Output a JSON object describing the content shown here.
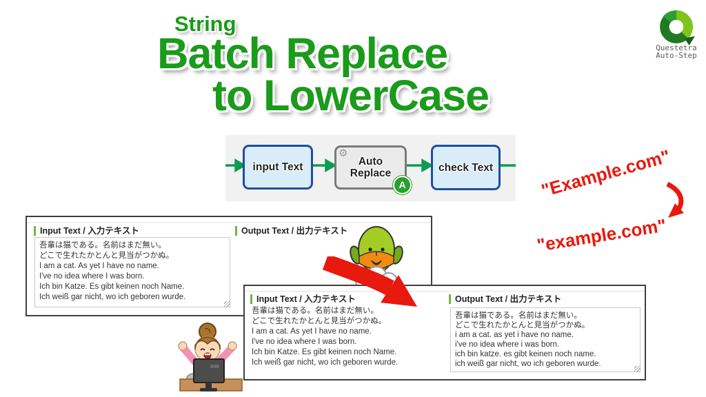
{
  "title": {
    "kicker": "String",
    "line1": "Batch Replace",
    "line2": "to LowerCase"
  },
  "logo": {
    "line1": "Questetra",
    "line2": "Auto-Step"
  },
  "workflow": {
    "step1_label": "input Text",
    "step2_label_line1": "Auto",
    "step2_label_line2": "Replace",
    "step2_badge": "A",
    "step3_label": "check Text"
  },
  "example": {
    "before": "\"Example.com\"",
    "after": "\"example.com\""
  },
  "panel_before": {
    "input_label": "Input Text / 入力テキスト",
    "output_label": "Output Text / 出力テキスト",
    "input_text": "吾輩は猫である。名前はまだ無い。\nどこで生れたかとんと見当がつかぬ。\nI am a cat. As yet I have no name.\nI've no idea where I was born.\nIch bin Katze. Es gibt keinen noch Name.\nIch weiß gar nicht, wo ich geboren wurde."
  },
  "panel_after": {
    "input_label": "Input Text / 入力テキスト",
    "output_label": "Output Text / 出力テキスト",
    "input_text": "吾輩は猫である。名前はまだ無い。\nどこで生れたかとんと見当がつかぬ。\nI am a cat. As yet I have no name.\nI've no idea where I was born.\nIch bin Katze. Es gibt keinen noch Name.\nIch weiß gar nicht, wo ich geboren wurde.",
    "output_text": "吾輩は猫である。名前はまだ無い。\nどこで生れたかとんと見当がつかぬ。\ni am a cat. as yet i have no name.\ni've no idea where i was born.\nich bin katze. es gibt keinen noch name.\nich weiß gar nicht, wo ich geboren wurde."
  },
  "colors": {
    "title_green": "#1b9b1b",
    "flow_arrow_green": "#0d9b52",
    "label_bar_green": "#74b343",
    "annotation_red": "#e8190e",
    "task_node_fill": "#d9edf9",
    "task_node_border": "#1e4e9c",
    "auto_node_fill": "#eaeaea",
    "badge_green": "#2b9e2b"
  },
  "icons": {
    "gear": "⚙"
  }
}
